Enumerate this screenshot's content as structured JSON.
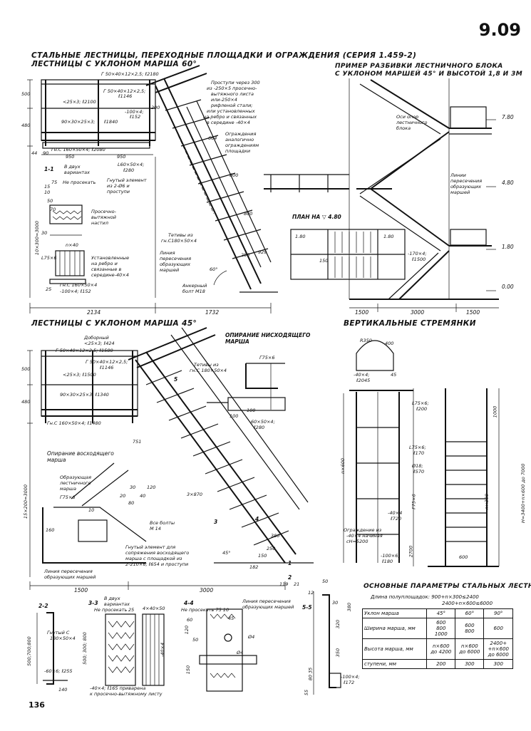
{
  "page": {
    "sheet_number": "9.09",
    "page_number": "136",
    "main_title": "СТАЛЬНЫЕ ЛЕСТНИЦЫ, ПЕРЕХОДНЫЕ ПЛОЩАДКИ И ОГРАЖДЕНИЯ (СЕРИЯ 1.459-2)"
  },
  "sections": {
    "stair60_title": "ЛЕСТНИЦЫ С УКЛОНОМ МАРША 60°",
    "stair45_title": "ЛЕСТНИЦЫ С УКЛОНОМ МАРША 45°",
    "block_title_1": "ПРИМЕР РАЗБИВКИ ЛЕСТНИЧНОГО БЛОКА",
    "block_title_2": "С УКЛОНОМ МАРШЕЙ 45° И ВЫСОТОЙ 1,8 И 3М",
    "vertical_title": "ВЕРТИКАЛЬНЫЕ СТРЕМЯНКИ",
    "params_title": "ОСНОВНЫЕ ПАРАМЕТРЫ СТАЛЬНЫХ ЛЕСТНИЦ",
    "landing_length_1": "Длина полуплощадок: 900+n×300≤2400",
    "landing_length_2": "2400+n×600≤6000",
    "plan_label": "ПЛАН НА ▽ 4.80",
    "support_down": "ОПИРАНИЕ НИСХОДЯЩЕГО МАРША",
    "support_up": "Опирание восходящего марша"
  },
  "labels_60": {
    "l1": "Г 50×40×12×2,5; ℓ2180",
    "l2": "Г 50×40×12×2,5;",
    "l2b": "ℓ1146",
    "l3": "<25×3; ℓ2100",
    "l4": "90×30×25×3;",
    "l4b": "ℓ1840",
    "l5": "-100×4;",
    "l5b": "ℓ152",
    "l6": "Гн.С 160×50×4; ℓ2080",
    "l7": "L60×50×4;",
    "l7b": "ℓ280",
    "l8": "Гнутый элемент",
    "l8b": "из 2-Ø6 и",
    "l8c": "проступи",
    "tread1": "Проступи через 300",
    "tread2": "из -250×5 просечно-",
    "tread3": "вытяжного листа",
    "tread4": "или-250×4",
    "tread5": "рифленой стали;",
    "tread6": "или установленных",
    "tread7": "на ребро и связанных",
    "tread8": "в середине -40×4",
    "guard1": "Ограждения",
    "guard2": "аналогично",
    "guard3": "ограждениям",
    "guard4": "площадки",
    "stringer1": "Тетивы из",
    "stringer2": "гн.С180×50×4",
    "line1": "Линия",
    "line2": "пересечения",
    "line3": "образующих",
    "line4": "маршей",
    "anchor1": "Анкерный",
    "anchor2": "болт М18",
    "sec11": "1-1",
    "sec11b": "В двух",
    "sec11c": "вариантах",
    "not_cut": "Не просекать",
    "pv1": "Просечно-",
    "pv2": "вытяжной",
    "pv3": "настил",
    "on_edge1": "Установленные",
    "on_edge2": "на ребро и",
    "on_edge3": "связанные в",
    "on_edge4": "середине-40×4",
    "g160": "Гн.С 160×50×4",
    "strip100": "-100×4; ℓ152",
    "n40": "n×40",
    "l75": "L75×6"
  },
  "dims_60": {
    "d500": "500",
    "d480": "480",
    "d44": "44",
    "d90": "90",
    "d950a": "950",
    "d950b": "950",
    "d200": "200",
    "d664": "664",
    "d800a": "800",
    "d800b": "800",
    "d929": "929",
    "d250": "250",
    "d2134": "2134",
    "d1732": "1732",
    "d60deg": "60°",
    "d10x300": "10×300=3000",
    "d15": "15",
    "d10": "10",
    "d75": "75",
    "d30": "30",
    "d70": "70",
    "d25": "25",
    "d50": "50"
  },
  "block": {
    "axes1": "Оси опор",
    "axes2": "лестничного",
    "axes3": "блока",
    "lines1": "Линии",
    "lines2": "пересечения",
    "lines3": "образующих",
    "lines4": "маршей",
    "lvl780": "7.80",
    "lvl480": "4.80",
    "lvl180": "1.80",
    "lvl000": "0.00",
    "w1500a": "1500",
    "w3000": "3000",
    "w1500b": "1500",
    "p180a": "1.80",
    "p180b": "1.80",
    "strip": "-170×4;",
    "stripb": "ℓ1500",
    "d150": "150"
  },
  "labels_45": {
    "l1": "Доборный",
    "l1b": "<25×3; ℓ424",
    "l2": "Г 50×40×12×2,5; ℓ1580",
    "l3": "Г 50×40×12×2,5;",
    "l3b": "ℓ1146",
    "l4": "<25×3; ℓ1500",
    "l5": "90×30×25×3; ℓ1340",
    "l6": "Гн.С 160×50×4; ℓ1480",
    "stringer1": "Тетивы из",
    "stringer2": "гн.С 180×50×4",
    "gen1": "Образующая",
    "gen2": "лестничного",
    "gen3": "марша",
    "l75": "Г75×6",
    "bolts1": "Все болты",
    "bolts2": "М 14",
    "bent1": "Гнутый элемент для",
    "bent2": "сопряжения восходящего",
    "bent3": "марша с площадкой из",
    "bent4": "2-210×6; ℓ654 и проступи",
    "inter1": "Линия пересечения",
    "inter2": "образующих маршей",
    "l60": "60×50×4;",
    "l60b": "ℓ280",
    "g756": "Г75×6",
    "d500": "500",
    "d480": "480",
    "d15x200": "15×200=3000",
    "d160": "160",
    "d1500": "1500",
    "d3000": "3000",
    "d119": "119",
    "d21": "21",
    "d751": "751",
    "d3x870": "3×870",
    "d380": "380",
    "d250": "250",
    "d150": "150",
    "d182": "182",
    "d45deg": "45°",
    "d100a": "100",
    "d100b": "100",
    "d30": "30",
    "d20": "20",
    "d40": "40",
    "d120": "120",
    "d80": "80",
    "d10": "10",
    "s1": "1",
    "s2": "2",
    "s3": "3",
    "s4": "4",
    "s5": "5"
  },
  "vertical": {
    "r350": "R350",
    "d400": "400",
    "d45": "45",
    "strip40": "-40×4;",
    "strip40b": "ℓ2045",
    "l75a": "L75×6;",
    "l75ab": "ℓ200",
    "l75b": "L75×6;",
    "l75bb": "ℓ170",
    "phi18": "Ø18;",
    "phi18b": "ℓ570",
    "g756": "Г75×6",
    "s40": "-40×4",
    "s40b": "ℓ720",
    "fence1": "Ограждение из",
    "fence2": "-40×4 начиная",
    "fence3": "сН=5200",
    "strip100": "-100×6;",
    "strip100b": "ℓ180",
    "d600": "600",
    "d1000": "1000",
    "d2700": "2700",
    "nx600": "n×600",
    "nx300": "n×300",
    "hformula": "H=3400+n×600 до 7000"
  },
  "details": {
    "s22": "2-2",
    "bent_c": "Гнутый С",
    "bent_c2": "180×50×4",
    "d500_700_800": "500;700;800",
    "strip60": "-60×6; ℓ255",
    "d140": "140",
    "s33": "3-3",
    "two_var": "В двух",
    "two_var2": "вариантах",
    "not_cut": "Не просекать",
    "d25": "25",
    "d4x4x50": "4×40×50",
    "d500_300_800": "500; 300; 800",
    "s4x4": "-40×4",
    "weld1": "-40×4; ℓ165 приварена",
    "weld2": "к просечно-вытяжному листу",
    "s44": "4-4",
    "not_cut2": "Не просекать 75 10",
    "line1": "Линия пересечения",
    "line2": "образующих маршей",
    "phi4a": "Ø4",
    "phi4b": "Ø4",
    "d45": "45",
    "d50": "50",
    "d120": "120",
    "d60": "60",
    "d150": "150",
    "s55": "5-5",
    "d50b": "50",
    "d12": "12",
    "d30": "30",
    "d380": "380",
    "d320": "320",
    "d350": "350",
    "d80_35": "80 35",
    "d55": "55",
    "strip100": "-100×4;",
    "strip100b": "ℓ172"
  },
  "params_table": {
    "headers": [
      "Уклон марша",
      "45°",
      "60°",
      "90°"
    ],
    "rows": [
      [
        "Ширина марша, мм",
        "600\n800\n1000",
        "600\n800",
        "600"
      ],
      [
        "Высота марша, мм",
        "n×600\nдо 4200",
        "n×600\nдо 6000",
        "2400+\n+n×600\nдо 6000"
      ],
      [
        "ступени, мм",
        "200",
        "300",
        "300"
      ]
    ]
  }
}
